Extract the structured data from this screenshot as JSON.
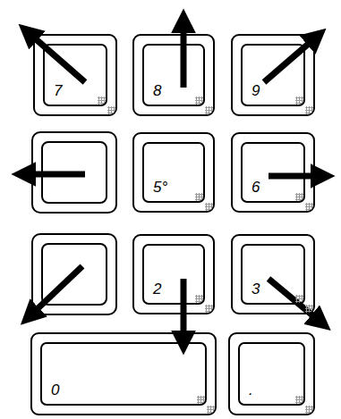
{
  "diagram": {
    "nodes": [
      {
        "text": [
          "7"
        ]
      },
      {
        "text": [
          "8"
        ]
      },
      {
        "text": [
          "9"
        ]
      },
      {
        "text": [
          "5°"
        ]
      },
      {
        "text": [
          "6"
        ]
      },
      {
        "text": [
          "2"
        ]
      },
      {
        "text": [
          "3"
        ]
      },
      {
        "text": [
          "0"
        ]
      },
      {
        "text": [
          "."
        ]
      }
    ]
  }
}
